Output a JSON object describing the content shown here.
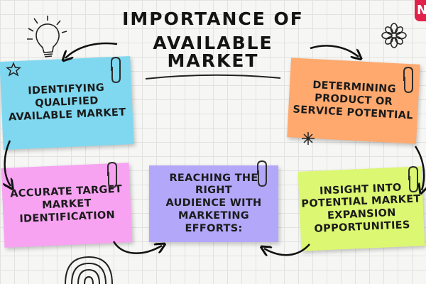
{
  "title": {
    "line1": "IMPORTANCE OF",
    "line2": "AVAILABLE MARKET"
  },
  "brand": {
    "logo_text": "N",
    "color": "#e0224a"
  },
  "notes": [
    {
      "text": "IDENTIFYING QUALIFIED\nAVAILABLE MARKET",
      "color": "#7fd8ef"
    },
    {
      "text": "DETERMINING\nPRODUCT OR\nSERVICE POTENTIAL",
      "color": "#ffa96e"
    },
    {
      "text": "ACCURATE TARGET\nMARKET\nIDENTIFICATION",
      "color": "#f7a3f2"
    },
    {
      "text": "REACHING THE RIGHT\nAUDIENCE  WITH\nMARKETING EFFORTS:",
      "color": "#b3a7f9"
    },
    {
      "text": "INSIGHT INTO\nPOTENTIAL MARKET\nEXPANSION\nOPPORTUNITIES",
      "color": "#dcf772"
    }
  ],
  "decorations": [
    "lightbulb-doodle",
    "star-doodle",
    "flower-doodle",
    "rainbow-doodle",
    "paper-clip-icon"
  ]
}
